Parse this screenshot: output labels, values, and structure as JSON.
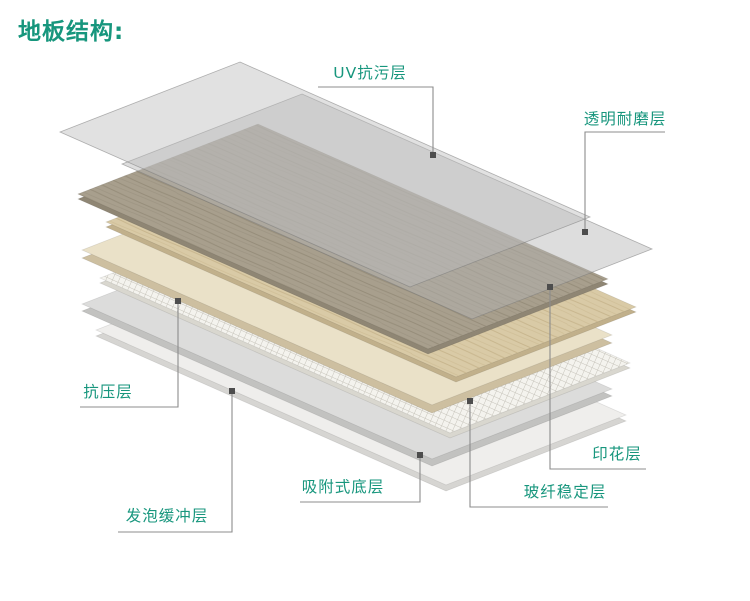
{
  "title": "地板结构:",
  "accent_color": "#17967d",
  "background_color": "#ffffff",
  "diagram": {
    "leader_color": "#8c8c8c",
    "dot_color": "#4d4d4d",
    "labels": [
      {
        "text": "UV抗污层"
      },
      {
        "text": "透明耐磨层"
      },
      {
        "text": "抗压层"
      },
      {
        "text": "印花层"
      },
      {
        "text": "吸附式底层"
      },
      {
        "text": "玻纤稳定层"
      },
      {
        "text": "发泡缓冲层"
      }
    ],
    "layers": [
      {
        "name": "uv-anti-stain-layer",
        "fill": "#bcbcbc"
      },
      {
        "name": "transparent-wear-layer",
        "fill": "#b3b3b3"
      },
      {
        "name": "wood-grain-dark-layer",
        "fill": "#a89f8d"
      },
      {
        "name": "wood-grain-light-layer",
        "fill": "#d9caa6"
      },
      {
        "name": "base-cream-layer",
        "fill": "#eae1c8"
      },
      {
        "name": "fiberglass-mesh-layer",
        "fill": "#f4f3ee"
      },
      {
        "name": "foam-cushion-layer",
        "fill": "#dcdcdb"
      },
      {
        "name": "bottom-backing-layer",
        "fill": "#efeeec"
      }
    ]
  }
}
